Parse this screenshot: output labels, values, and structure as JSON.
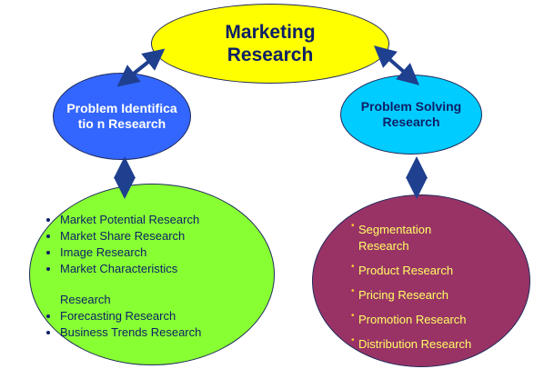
{
  "diagram": {
    "root": {
      "label_line1": "Marketing",
      "label_line2": "Research"
    },
    "left_branch": {
      "label": "Problem Identificatio n Research"
    },
    "right_branch": {
      "label": "Problem Solving Research"
    },
    "left_list": {
      "items": [
        "Market Potential Research",
        "Market Share Research",
        "Image Research",
        "Market Characteristics",
        "Research",
        "Forecasting Research",
        "Business Trends Research"
      ]
    },
    "right_list": {
      "items": [
        {
          "line1": "Segmentation",
          "line2": "Research"
        },
        {
          "line1": "Product Research"
        },
        {
          "line1": "Pricing Research"
        },
        {
          "line1": "Promotion Research"
        },
        {
          "line1": "Distribution Research"
        }
      ]
    },
    "colors": {
      "root_fill": "#ffff00",
      "left_fill": "#3366ff",
      "right_fill": "#00ccff",
      "left_list_fill": "#88ff33",
      "right_list_fill": "#993366",
      "arrow": "#1f3f8f",
      "title_text": "#0d1f66"
    }
  }
}
